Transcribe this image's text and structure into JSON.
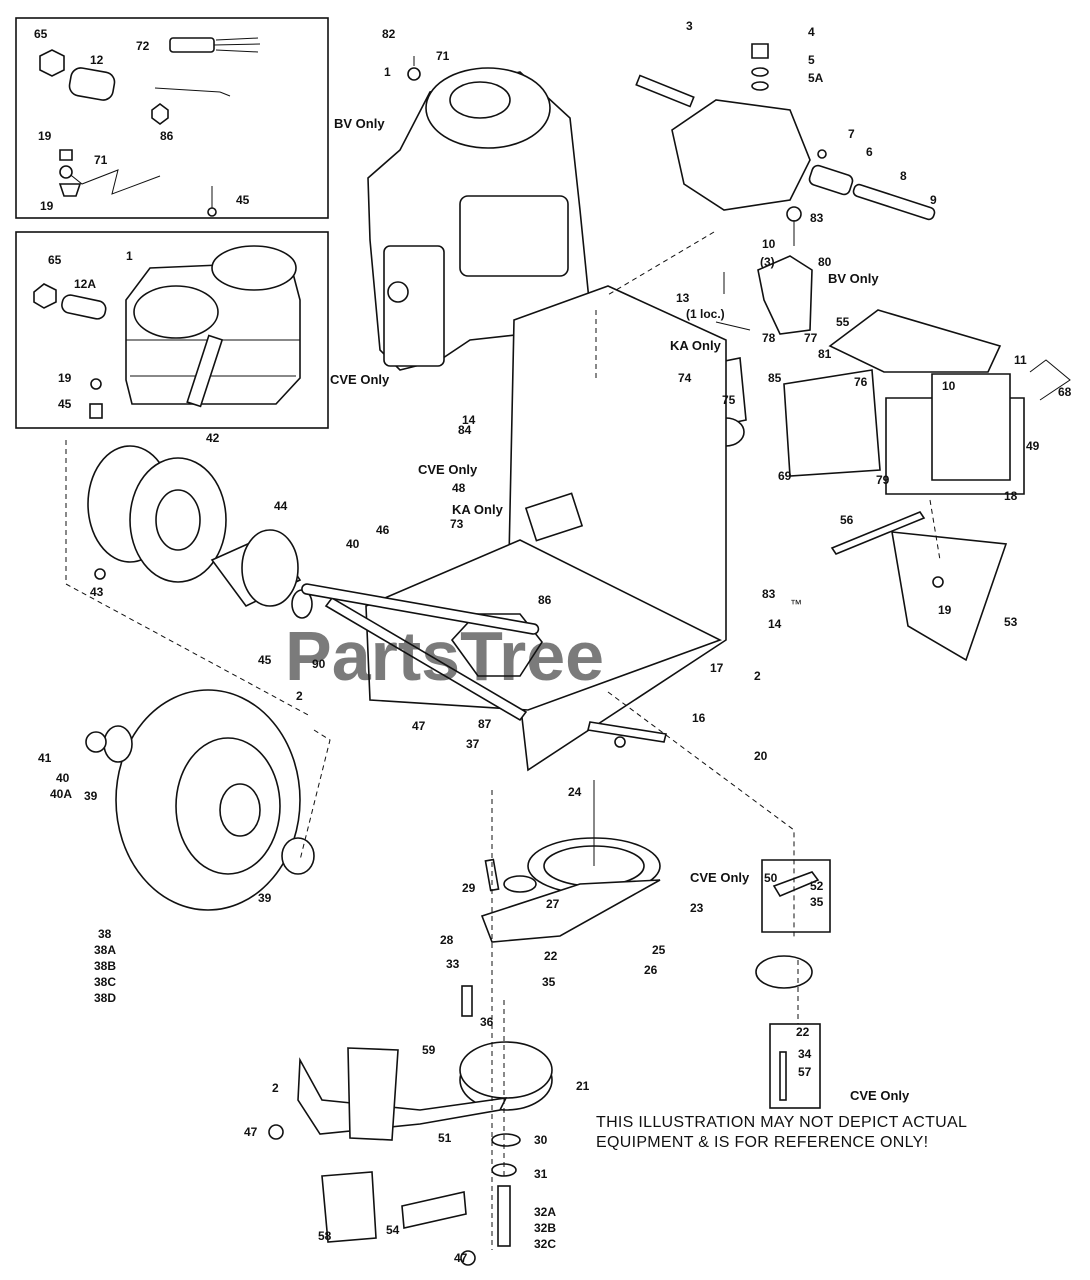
{
  "watermark": "PartsTree",
  "trademark": "™",
  "disclaimer": {
    "line1": "THIS ILLUSTRATION MAY NOT DEPICT ACTUAL",
    "line2": "EQUIPMENT & IS FOR REFERENCE ONLY!"
  },
  "region_labels": {
    "bv_only_box": "BV Only",
    "cve_only_box": "CVE Only",
    "bv_only_solenoid": "BV Only",
    "ka_only_bracket": "KA Only",
    "cve_only_bolt": "CVE Only",
    "ka_only_switch": "KA Only",
    "cve_only_idler": "CVE Only",
    "cve_only_lower": "CVE Only"
  },
  "notes": {
    "qty_3": "(3)",
    "one_loc": "(1 loc.)"
  },
  "callouts": [
    "65",
    "72",
    "12",
    "86",
    "19",
    "71",
    "19",
    "45",
    "1",
    "82",
    "71",
    "1",
    "65",
    "12A",
    "19",
    "45",
    "3",
    "4",
    "5",
    "5A",
    "7",
    "6",
    "8",
    "9",
    "83",
    "10",
    "13",
    "80",
    "78",
    "55",
    "11",
    "68",
    "77",
    "81",
    "85",
    "76",
    "10",
    "74",
    "75",
    "69",
    "79",
    "49",
    "18",
    "84",
    "14",
    "48",
    "73",
    "46",
    "56",
    "42",
    "44",
    "40",
    "43",
    "45",
    "86",
    "83",
    "14",
    "90",
    "2",
    "2",
    "53",
    "19",
    "17",
    "47",
    "87",
    "16",
    "37",
    "20",
    "41",
    "40",
    "40A",
    "39",
    "24",
    "39",
    "38",
    "38A",
    "38B",
    "38C",
    "38D",
    "29",
    "27",
    "50",
    "52",
    "35",
    "23",
    "28",
    "22",
    "25",
    "26",
    "33",
    "35",
    "36",
    "59",
    "2",
    "21",
    "22",
    "34",
    "57",
    "47",
    "51",
    "30",
    "31",
    "32A",
    "32B",
    "32C",
    "58",
    "54",
    "47"
  ]
}
